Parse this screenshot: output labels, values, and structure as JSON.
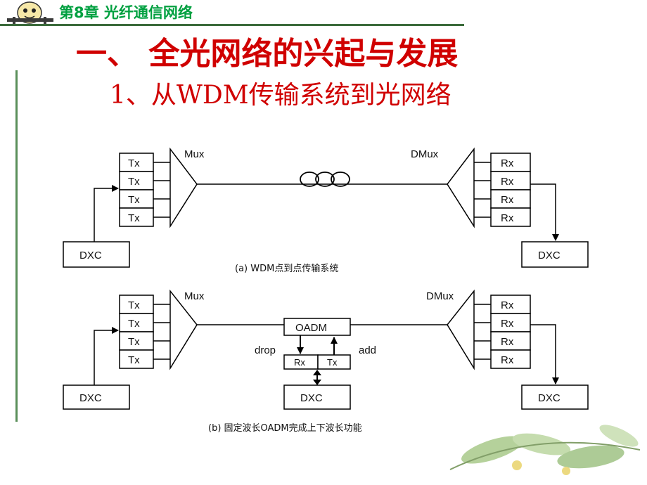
{
  "header": {
    "chapter_title": "第8章  光纤通信网络"
  },
  "slide": {
    "title": "一、 全光网络的兴起与发展",
    "subtitle": "1、从WDM传输系统到光网络"
  },
  "diagram": {
    "tx_label": "Tx",
    "rx_label": "Rx",
    "mux_label": "Mux",
    "dmux_label": "DMux",
    "dxc_label": "DXC",
    "oadm_label": "OADM",
    "drop_label": "drop",
    "add_label": "add",
    "caption_a": "(a) WDM点到点传输系统",
    "caption_b": "(b) 固定波长OADM完成上下波长功能"
  },
  "colors": {
    "header_green": "#00a040",
    "title_red": "#d00000"
  }
}
